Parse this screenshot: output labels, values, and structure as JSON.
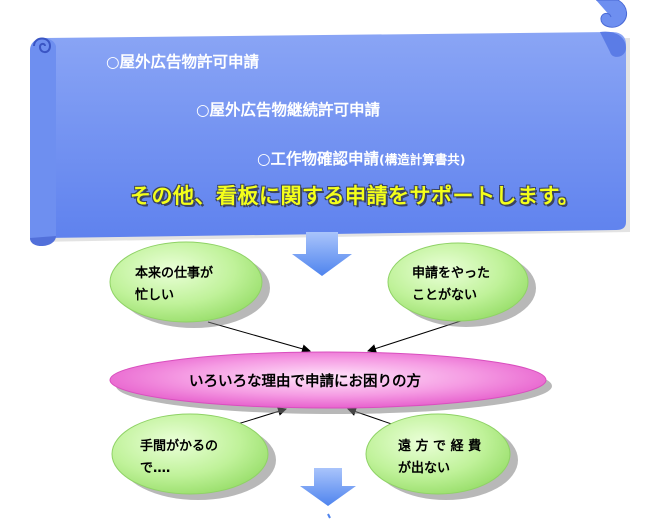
{
  "scroll": {
    "lines": [
      {
        "mark": "○",
        "text": "屋外広告物許可申請"
      },
      {
        "mark": "○",
        "text": "屋外広告物継続許可申請"
      },
      {
        "mark": "○",
        "text": "工作物確認申請",
        "note": "(構造計算書共)"
      }
    ],
    "slogan": "その他、看板に関する申請をサポートします。"
  },
  "bubbles": {
    "top_left": [
      "本来の仕事が",
      "忙しい"
    ],
    "top_right": [
      "申請をやった",
      "ことがない"
    ],
    "center": "いろいろな理由で申請にお困りの方",
    "bottom_left": [
      "手間がかるの",
      "で‥‥"
    ],
    "bottom_right": [
      "遠 方 で 経 費",
      "が出ない"
    ]
  },
  "colors": {
    "scroll_fill": "#6e8ff0",
    "bubble_green": "#b8f08c",
    "center_magenta": "#f26bd6",
    "arrow_blue": "#6f9cf2",
    "slogan_yellow": "#f4ff1a"
  }
}
